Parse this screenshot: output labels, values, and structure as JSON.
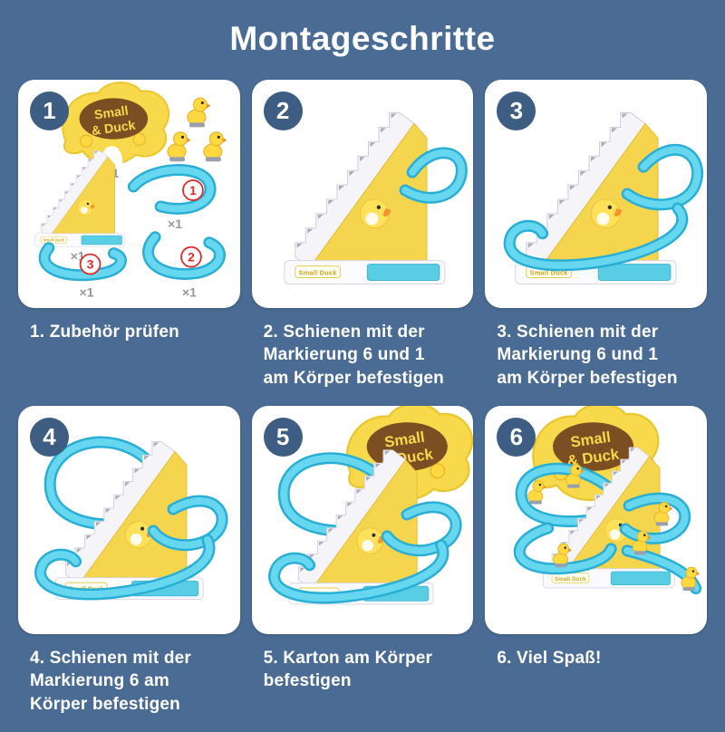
{
  "title": "Montageschritte",
  "steps": [
    {
      "number": "1",
      "caption": "1. Zubehör prüfen"
    },
    {
      "number": "2",
      "caption": "2. Schienen mit der\nMarkierung 6 und 1\nam Körper befestigen"
    },
    {
      "number": "3",
      "caption": "3. Schienen mit der\nMarkierung 6 und 1\nam Körper befestigen"
    },
    {
      "number": "4",
      "caption": "4. Schienen mit der\nMarkierung 6 am\nKörper befestigen"
    },
    {
      "number": "5",
      "caption": "5. Karton am Körper\nbefestigen"
    },
    {
      "number": "6",
      "caption": "6. Viel Spaß!"
    }
  ],
  "sign": {
    "line1": "Small",
    "line2": "& Duck"
  },
  "labels": {
    "qty": "×1",
    "part1": "1",
    "part2": "2",
    "part3": "3",
    "brand": "Small Duck"
  },
  "colors": {
    "background": "#4a6c94",
    "card": "#ffffff",
    "badge": "#3e5d82",
    "track_blue": "#29aed5",
    "track_blue_light": "#67d7ef",
    "duck_yellow": "#ffd93f",
    "sign_brown": "#7c4e22",
    "accent_red": "#dd2b2b"
  }
}
